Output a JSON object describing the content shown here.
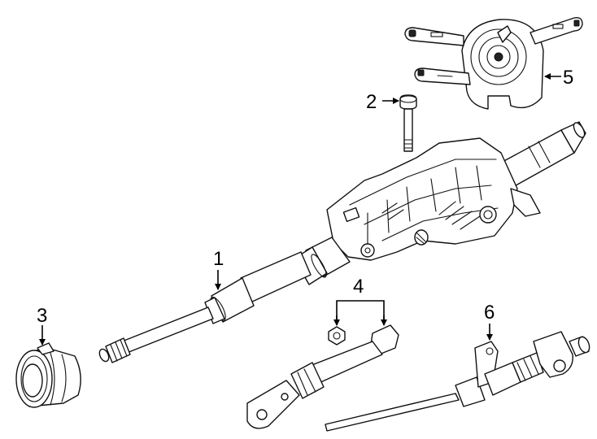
{
  "diagram": {
    "callouts": [
      {
        "id": "c1",
        "label": "1",
        "part": "intermediate-shaft"
      },
      {
        "id": "c2",
        "label": "2",
        "part": "bolt"
      },
      {
        "id": "c3",
        "label": "3",
        "part": "boot-seal"
      },
      {
        "id": "c4",
        "label": "4",
        "part": "lower-shaft-and-nut"
      },
      {
        "id": "c5",
        "label": "5",
        "part": "combination-switch"
      },
      {
        "id": "c6",
        "label": "6",
        "part": "shift-cable"
      }
    ],
    "colors": {
      "ink": "#111111",
      "background": "#ffffff"
    }
  }
}
